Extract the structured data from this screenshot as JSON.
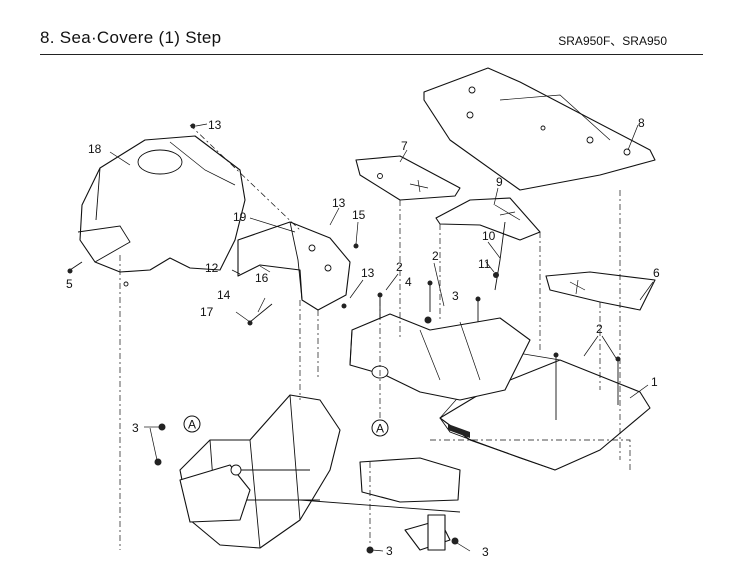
{
  "header": {
    "title": "8. Sea·Covere (1) Step",
    "model": "SRA950F、SRA950"
  },
  "callouts": {
    "n1": "1",
    "n2a": "2",
    "n2b": "2",
    "n2c": "2",
    "n3a": "3",
    "n3b": "3",
    "n3c": "3",
    "n3d": "3",
    "n4": "4",
    "n5": "5",
    "n6": "6",
    "n7": "7",
    "n8": "8",
    "n9": "9",
    "n10": "10",
    "n11": "11",
    "n12": "12",
    "n13a": "13",
    "n13b": "13",
    "n13c": "13",
    "n14": "14",
    "n15": "15",
    "n16": "16",
    "n17": "17",
    "n18": "18",
    "n19": "19",
    "refA1": "A",
    "refA2": "A"
  }
}
